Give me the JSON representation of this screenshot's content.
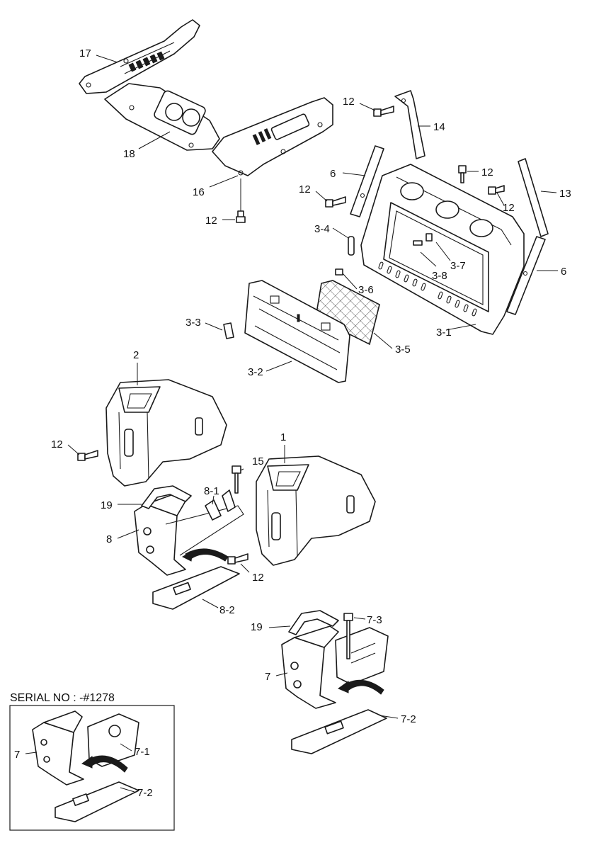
{
  "serial_note": "SERIAL NO : -#1278",
  "callouts": [
    {
      "id": "c17",
      "label": "17"
    },
    {
      "id": "c18",
      "label": "18"
    },
    {
      "id": "c16",
      "label": "16"
    },
    {
      "id": "c12a",
      "label": "12"
    },
    {
      "id": "c12b",
      "label": "12"
    },
    {
      "id": "c14",
      "label": "14"
    },
    {
      "id": "c6a",
      "label": "6"
    },
    {
      "id": "c12c",
      "label": "12"
    },
    {
      "id": "c12d",
      "label": "12"
    },
    {
      "id": "c12e",
      "label": "12"
    },
    {
      "id": "c13",
      "label": "13"
    },
    {
      "id": "c3_4",
      "label": "3-4"
    },
    {
      "id": "c3_7",
      "label": "3-7"
    },
    {
      "id": "c3_8",
      "label": "3-8"
    },
    {
      "id": "c6b",
      "label": "6"
    },
    {
      "id": "c3_6",
      "label": "3-6"
    },
    {
      "id": "c3_3",
      "label": "3-3"
    },
    {
      "id": "c3_5",
      "label": "3-5"
    },
    {
      "id": "c3_1",
      "label": "3-1"
    },
    {
      "id": "c3_2",
      "label": "3-2"
    },
    {
      "id": "c2",
      "label": "2"
    },
    {
      "id": "c12f",
      "label": "12"
    },
    {
      "id": "c1",
      "label": "1"
    },
    {
      "id": "c15",
      "label": "15"
    },
    {
      "id": "c19a",
      "label": "19"
    },
    {
      "id": "c8_1",
      "label": "8-1"
    },
    {
      "id": "c8",
      "label": "8"
    },
    {
      "id": "c12g",
      "label": "12"
    },
    {
      "id": "c8_2",
      "label": "8-2"
    },
    {
      "id": "c19b",
      "label": "19"
    },
    {
      "id": "c7_3",
      "label": "7-3"
    },
    {
      "id": "c7a",
      "label": "7"
    },
    {
      "id": "c7_2a",
      "label": "7-2"
    },
    {
      "id": "c7b",
      "label": "7"
    },
    {
      "id": "c7_1",
      "label": "7-1"
    },
    {
      "id": "c7_2b",
      "label": "7-2"
    }
  ]
}
